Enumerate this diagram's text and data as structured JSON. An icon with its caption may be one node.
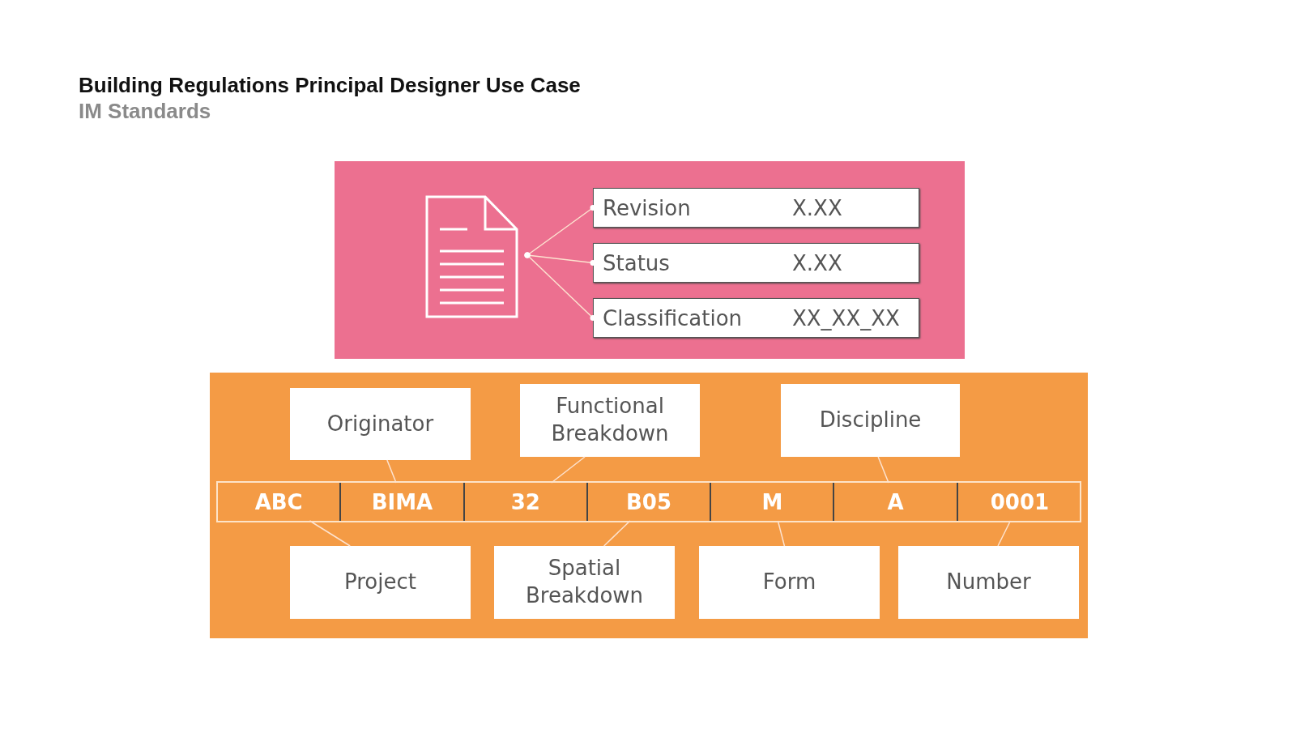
{
  "diagram": {
    "title": "Building Regulations Principal Designer Use Case",
    "nodes": [
      {
        "text": [],
        "shape": "box"
      },
      {
        "text": [],
        "shape": "document",
        "in": 0
      },
      {
        "text": [
          "Revision",
          "X.XX"
        ],
        "in": 0
      },
      {
        "text": [
          "Status",
          "X.XX"
        ],
        "in": 0
      },
      {
        "text": [
          "Classification",
          "XX_XX_XX"
        ],
        "in": 0
      },
      {
        "text": [],
        "shape": "box"
      },
      {
        "text": [
          "Originator"
        ],
        "in": 5
      },
      {
        "text": [
          "Functional Breakdown"
        ],
        "in": 5
      },
      {
        "text": [
          "Discipline"
        ],
        "in": 5
      },
      {
        "text": [
          "ABC"
        ],
        "in": 5
      },
      {
        "text": [
          "BIMA"
        ],
        "in": 5
      },
      {
        "text": [
          "32"
        ],
        "in": 5
      },
      {
        "text": [
          "B05"
        ],
        "in": 5
      },
      {
        "text": [
          "M"
        ],
        "in": 5
      },
      {
        "text": [
          "A"
        ],
        "in": 5
      },
      {
        "text": [
          "0001"
        ],
        "in": 5
      },
      {
        "text": [
          "Project"
        ],
        "in": 5
      },
      {
        "text": [
          "Spatial Breakdown"
        ],
        "in": 5
      },
      {
        "text": [
          "Form"
        ],
        "in": 5
      },
      {
        "text": [
          "Number"
        ],
        "in": 5
      }
    ],
    "edges": [
      {
        "from": 1,
        "to": 2,
        "arrow": "other"
      },
      {
        "from": 1,
        "to": 3,
        "arrow": "other"
      },
      {
        "from": 1,
        "to": 4,
        "arrow": "other"
      },
      {
        "from": 6,
        "to": 10,
        "arrow": "none"
      },
      {
        "from": 7,
        "to": 11,
        "arrow": "none"
      },
      {
        "from": 8,
        "to": 14,
        "arrow": "none"
      },
      {
        "from": 16,
        "to": 9,
        "arrow": "none"
      },
      {
        "from": 17,
        "to": 12,
        "arrow": "none"
      },
      {
        "from": 18,
        "to": 13,
        "arrow": "none"
      },
      {
        "from": 19,
        "to": 15,
        "arrow": "none"
      }
    ],
    "labels": [
      "IM Standards"
    ]
  }
}
